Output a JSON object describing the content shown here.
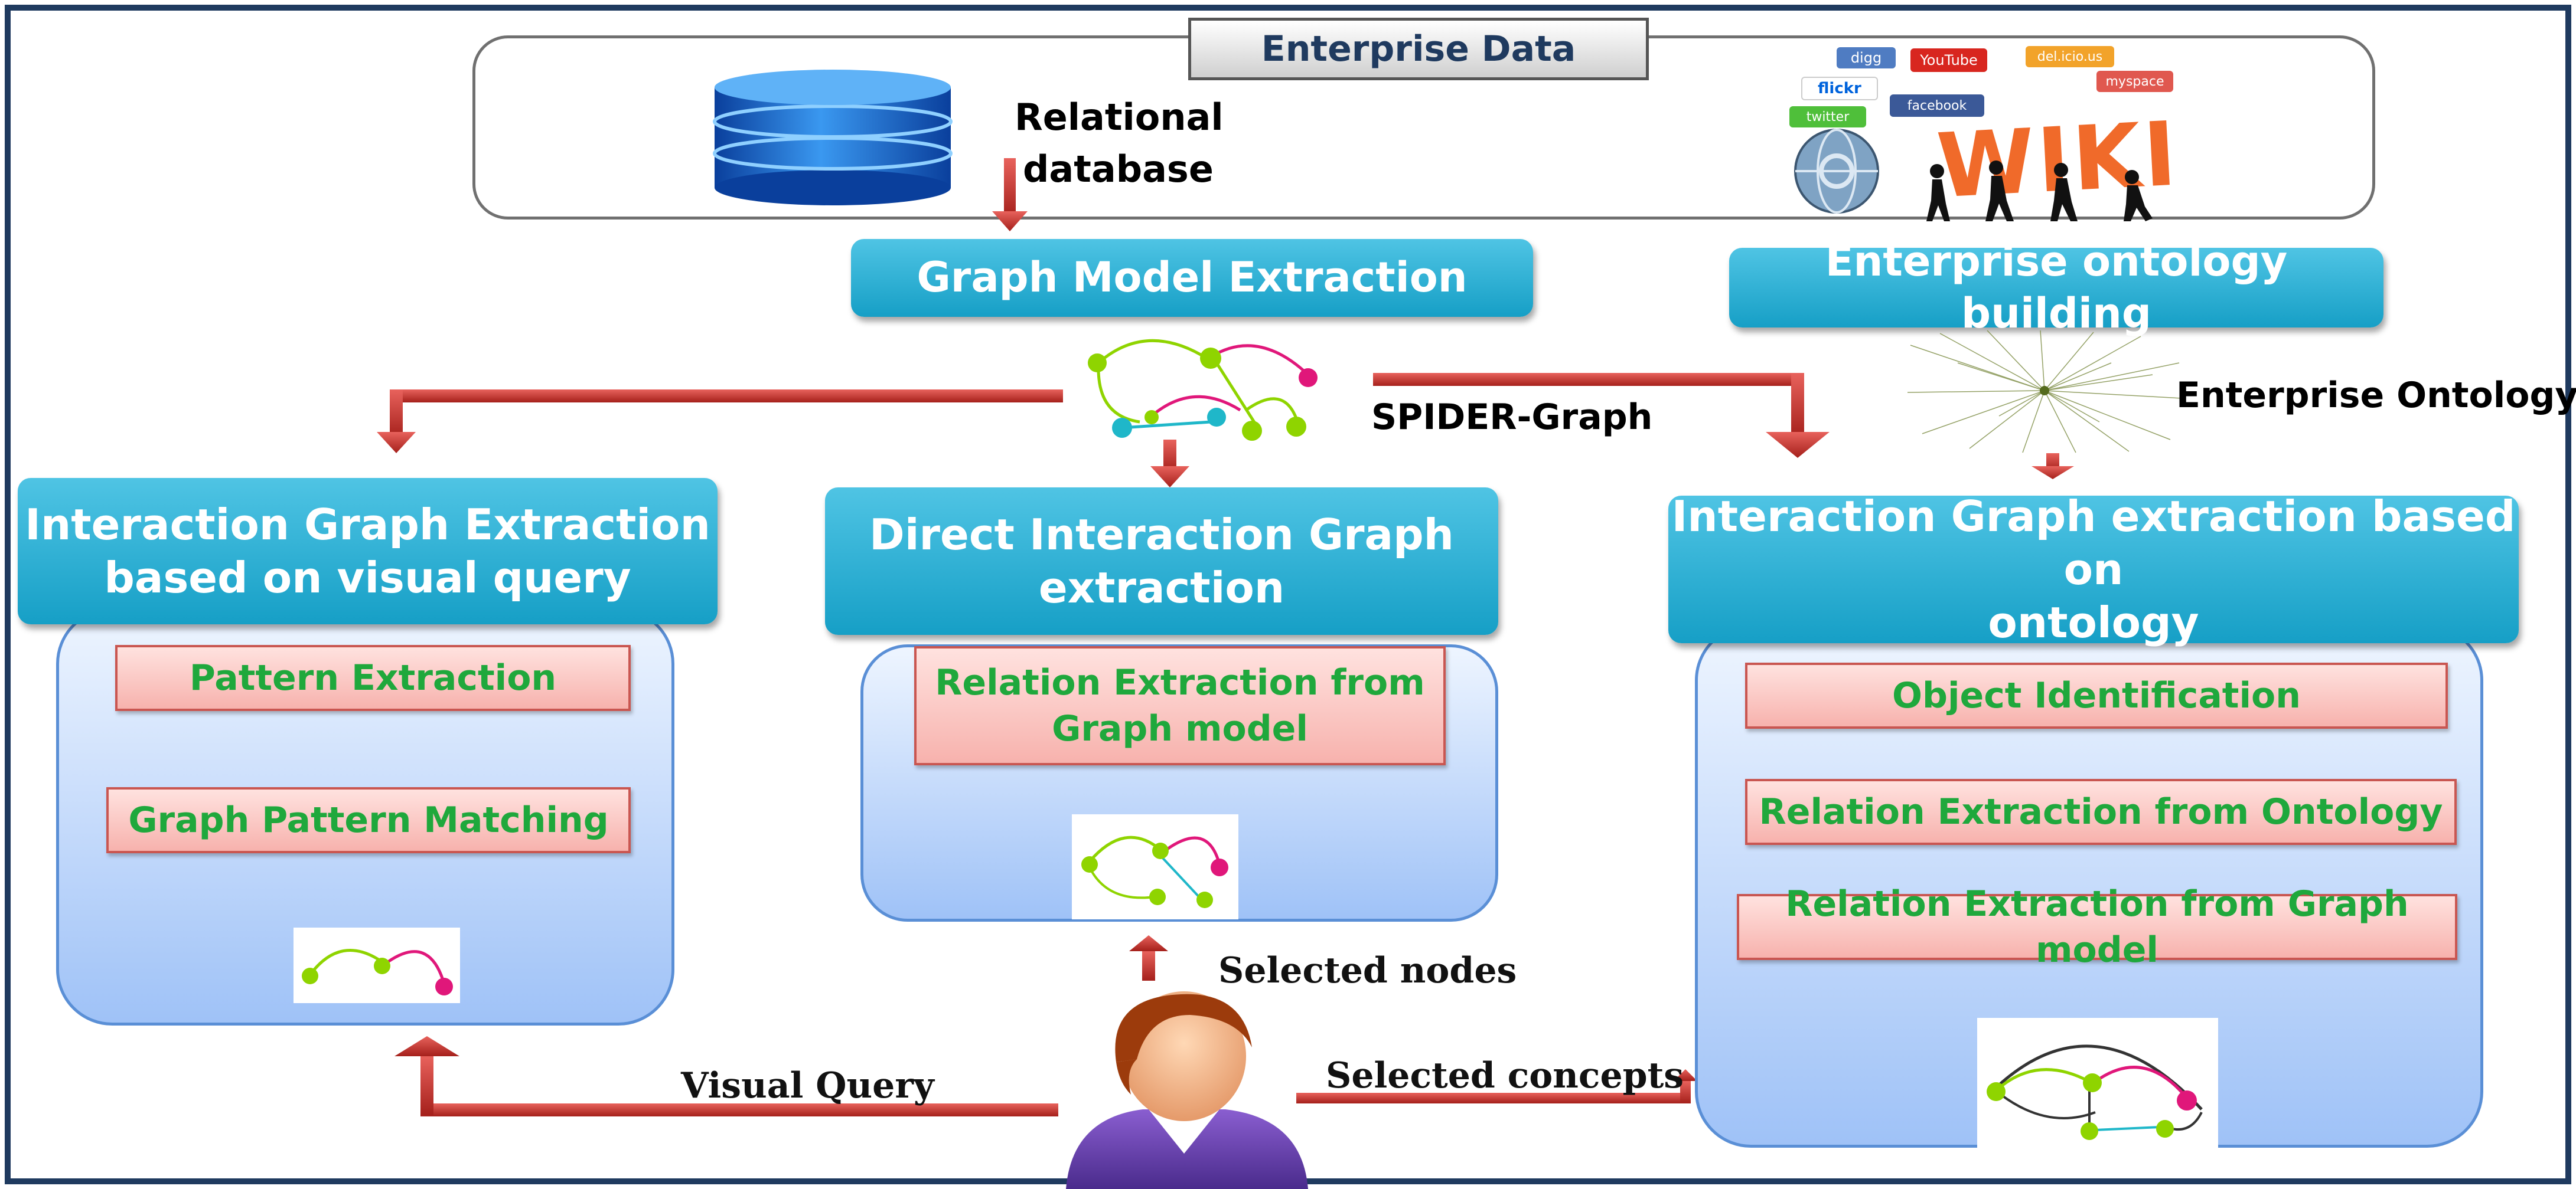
{
  "enterprise_data": {
    "title": "Enterprise Data",
    "relational_db_label_line1": "Relational",
    "relational_db_label_line2": "database",
    "wiki_text": "WIKI",
    "social_tags": [
      "digg",
      "YouTube",
      "flickr",
      "facebook",
      "del.icio.us",
      "twitter",
      "myspace"
    ]
  },
  "top_headers": {
    "graph_model": "Graph Model Extraction",
    "ontology_building": "Enterprise ontology  building"
  },
  "labels": {
    "spider_graph": "SPIDER-Graph",
    "enterprise_ontology": "Enterprise Ontology",
    "selected_nodes": "Selected nodes",
    "visual_query": "Visual Query",
    "selected_concepts": "Selected concepts"
  },
  "left_column": {
    "header_line1": "Interaction Graph Extraction",
    "header_line2": "based on visual query",
    "steps": [
      "Pattern Extraction",
      "Graph Pattern Matching"
    ]
  },
  "middle_column": {
    "header_line1": "Direct Interaction Graph",
    "header_line2": "extraction",
    "step_line1": "Relation Extraction from",
    "step_line2": "Graph model"
  },
  "right_column": {
    "header_line1": "Interaction Graph extraction based on",
    "header_line2": "ontology",
    "steps": [
      "Object Identification",
      "Relation Extraction from Ontology",
      "Relation Extraction from Graph model"
    ]
  },
  "colors": {
    "frame": "#1f3a5f",
    "header_blue": "#169fc6",
    "panel_blue": "#9fc2f7",
    "step_text_green": "#1fa83c",
    "arrow_red": "#c4302b",
    "arrow_green": "#7cb82f",
    "node_green": "#8fd400",
    "node_teal": "#1fb7c9",
    "node_magenta": "#e0177a"
  }
}
